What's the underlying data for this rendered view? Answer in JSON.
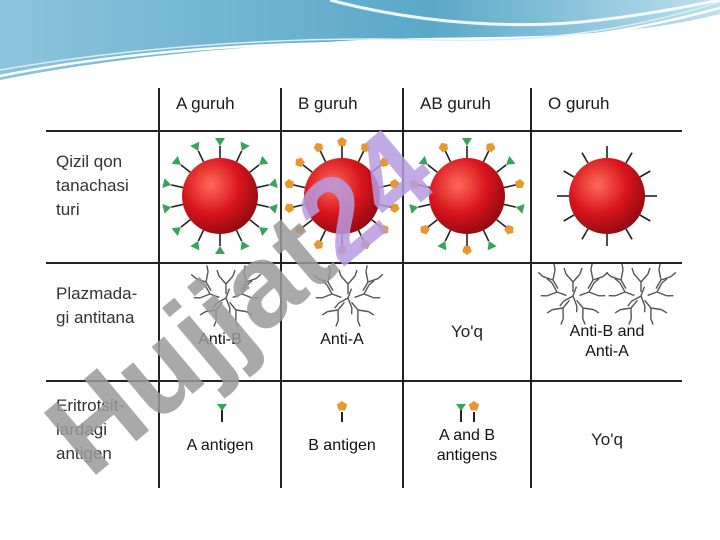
{
  "header": {
    "empty": "",
    "col_a": "A guruh",
    "col_b": "B guruh",
    "col_ab": "AB guruh",
    "col_o": "O guruh"
  },
  "rows": {
    "rbc": {
      "label": "Qizil qon\ntanachasi\nturi"
    },
    "plasma": {
      "label": "Plazmada-\ngi antitana",
      "a_caption": "Anti-B",
      "b_caption": "Anti-A",
      "ab_caption": "Yo'q",
      "o_caption": "Anti-B and\nAnti-A"
    },
    "antigen": {
      "label": "Eritrotsit-\nlardagi\nantigen",
      "a_caption": "A antigen",
      "b_caption": "B antigen",
      "ab_caption": "A and B\nantigens",
      "o_caption": "Yo'q"
    }
  },
  "watermark": {
    "text": "Hujjat24"
  },
  "colors": {
    "cell_red": "#d8141c",
    "antigen_a": "#3aa35a",
    "antigen_b": "#e8962e",
    "wave_blue": "#5aa8c8",
    "watermark_gray": "#9a9a9a",
    "watermark_violet": "#b79be0"
  },
  "icons": [
    "red-blood-cell-icon",
    "antibody-icon",
    "antigen-a-icon",
    "antigen-b-icon"
  ]
}
